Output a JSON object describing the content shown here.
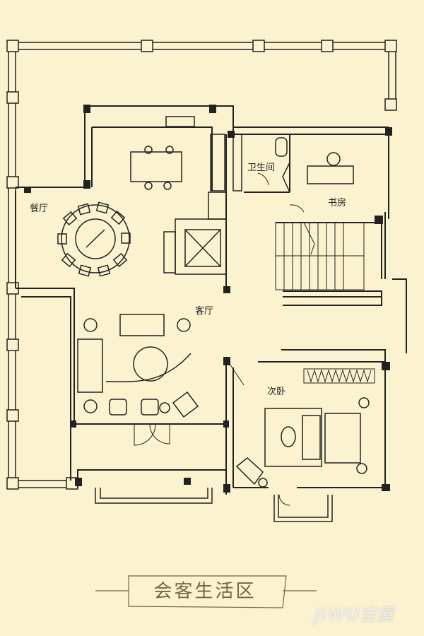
{
  "rooms": {
    "dining": "餐厅",
    "bathroom": "卫生间",
    "study": "书房",
    "living": "客厅",
    "bedroom": "次卧"
  },
  "footer": {
    "title": "会客生活区"
  },
  "watermark": "JIWU吉屋",
  "colors": {
    "background": "#fbf3cf",
    "line": "#222222",
    "accent": "#7a6046"
  }
}
